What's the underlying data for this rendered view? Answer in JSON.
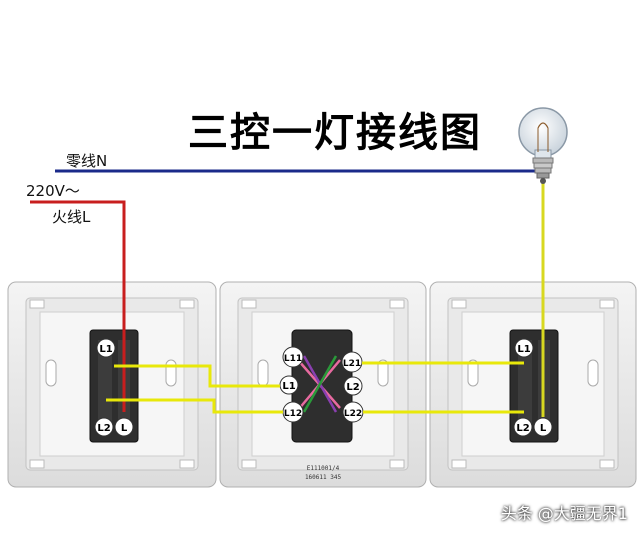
{
  "title": "三控一灯接线图",
  "neutral_label": "零线N",
  "voltage_label": "220V～",
  "live_label": "火线L",
  "left_switch": {
    "t1": "L1",
    "t2": "L2",
    "t3": "L"
  },
  "middle_switch": {
    "l11": "L11",
    "l1": "L1",
    "l12": "L12",
    "l21": "L21",
    "l2": "L2",
    "l22": "L22"
  },
  "right_switch": {
    "t1": "L1",
    "t2": "L2",
    "t3": "L"
  },
  "plate_text_1": "E111001/4",
  "plate_text_2": "160611 345",
  "watermark": "头条 @大疆无界1",
  "colors": {
    "neutral": "#1a2a8a",
    "live": "#c81e1e",
    "traveler": "#e8e80a",
    "lamp_wire": "#d8d820"
  }
}
